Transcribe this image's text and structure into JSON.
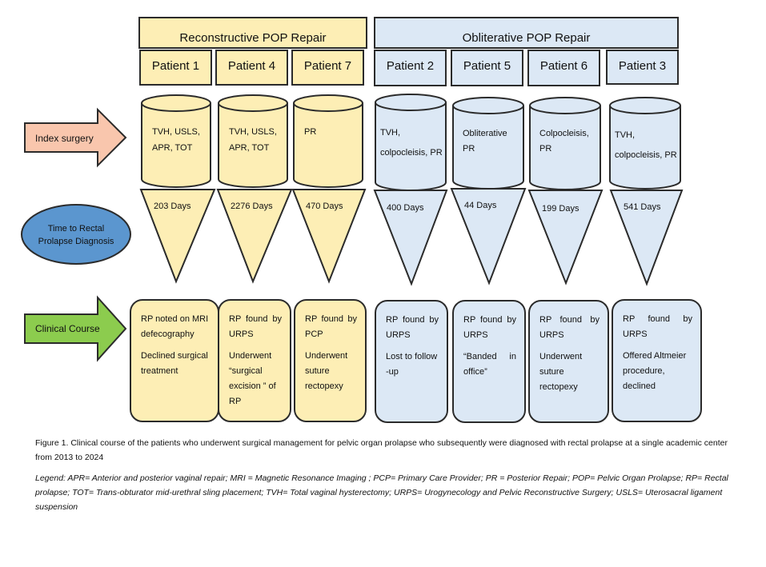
{
  "groups": {
    "reconstructive": "Reconstructive POP Repair",
    "obliterative": "Obliterative POP Repair"
  },
  "row_labels": {
    "index_surgery": "Index surgery",
    "time_to_diagnosis_line1": "Time to Rectal",
    "time_to_diagnosis_line2": "Prolapse Diagnosis",
    "clinical_course": "Clinical Course"
  },
  "patients": [
    {
      "name": "Patient 1",
      "surgery": [
        "TVH, USLS,",
        "APR, TOT"
      ],
      "days": "203 Days",
      "course": [
        "RP noted on MRI defecography",
        "Declined surgical treatment"
      ]
    },
    {
      "name": "Patient 4",
      "surgery": [
        "TVH, USLS,",
        "APR, TOT"
      ],
      "days": "2276 Days",
      "course": [
        "RP found by URPS",
        "Underwent “surgical excision ” of RP"
      ]
    },
    {
      "name": "Patient 7",
      "surgery": [
        "PR"
      ],
      "days": "470 Days",
      "course": [
        "RP found by PCP",
        "Underwent suture rectopexy"
      ]
    },
    {
      "name": "Patient 2",
      "surgery": [
        "TVH,",
        "colpocleisis, PR"
      ],
      "days": "400 Days",
      "course": [
        "RP found by URPS",
        "Lost to follow -up"
      ]
    },
    {
      "name": "Patient 5",
      "surgery": [
        "Obliterative",
        "PR"
      ],
      "days": "44 Days",
      "course": [
        "RP found by URPS",
        "“Banded in office”"
      ]
    },
    {
      "name": "Patient 6",
      "surgery": [
        "Colpocleisis,",
        "PR"
      ],
      "days": "199 Days",
      "course": [
        "RP found by URPS",
        "Underwent suture rectopexy"
      ]
    },
    {
      "name": "Patient 3",
      "surgery": [
        "TVH,",
        "colpocleisis, PR"
      ],
      "days": "541 Days",
      "course": [
        "RP found by URPS",
        "Offered Altmeier procedure, declined"
      ]
    }
  ],
  "caption": "Figure 1.  Clinical course of the patients who underwent surgical management for pelvic organ prolapse who subsequently were diagnosed with rectal prolapse at a single academic center from 2013 to 2024",
  "legend": "Legend:  APR= Anterior and posterior vaginal repair; MRI = Magnetic Resonance Imaging ; PCP= Primary Care Provider;  PR = Posterior Repair; POP= Pelvic Organ Prolapse; RP= Rectal prolapse; TOT= Trans-obturator mid-urethral sling placement; TVH= Total vaginal hysterectomy; URPS= Urogynecology and Pelvic Reconstructive Surgery; USLS= Uterosacral ligament suspension",
  "colors": {
    "reconstructive_fill": "#fdeeb5",
    "obliterative_fill": "#dce8f5",
    "index_arrow": "#f9c6ad",
    "time_ellipse": "#5b96cf",
    "clinical_arrow": "#8ccc4e",
    "stroke": "#2b2b2b"
  }
}
